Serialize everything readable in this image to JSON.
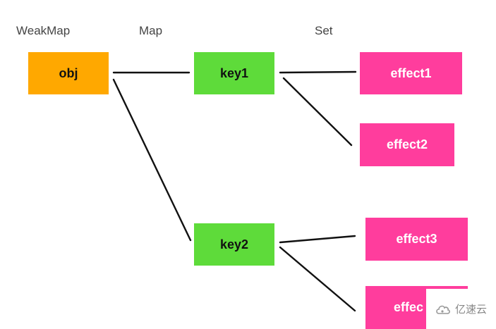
{
  "columns": {
    "weakmap": "WeakMap",
    "map": "Map",
    "set": "Set"
  },
  "nodes": {
    "obj": "obj",
    "key1": "key1",
    "key2": "key2",
    "effect1": "effect1",
    "effect2": "effect2",
    "effect3": "effect3",
    "effect4": "effec"
  },
  "watermark": {
    "text": "亿速云"
  },
  "colors": {
    "obj": "#ffa800",
    "key": "#5edb3a",
    "effect": "#ff3d9d",
    "line": "#111111"
  }
}
